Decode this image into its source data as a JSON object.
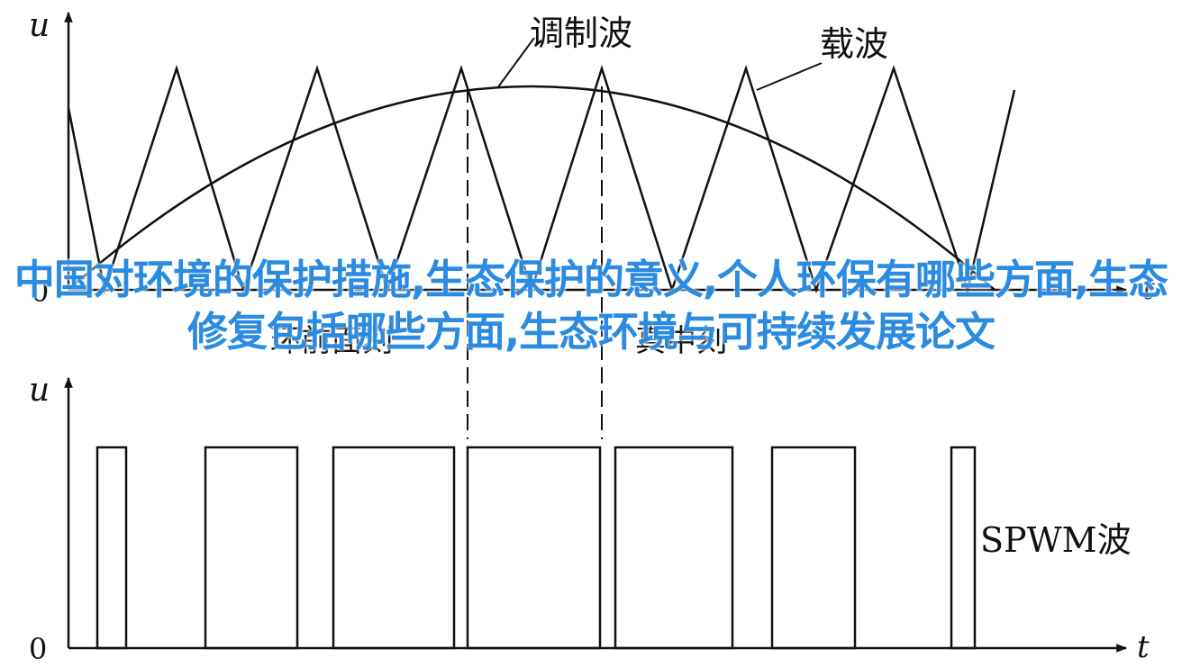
{
  "labels": {
    "u_top": "u",
    "u_bottom": "u",
    "t_top": "t",
    "t_bottom": "t",
    "zero_top": "0",
    "zero_bottom": "0",
    "modulating_wave": "调制波",
    "carrier_wave": "载波",
    "spwm_wave": "SPWM波",
    "hidden_left": "环前面刻",
    "hidden_right": "真中刻"
  },
  "overlay": {
    "title": "中国对环境的保护措施,生态保护的意义,个人环保有哪些方面,生态修复包括哪些方面,生态环境与可持续发展论文"
  },
  "colors": {
    "line": "#111111",
    "overlay_text": "#2a8be0"
  }
}
